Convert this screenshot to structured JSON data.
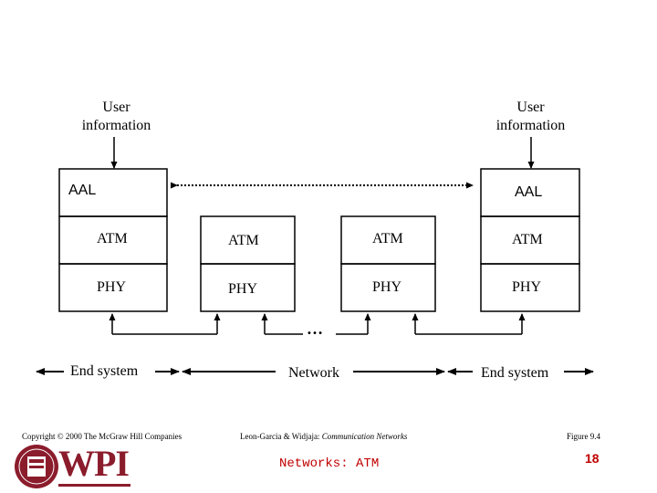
{
  "top_labels": {
    "left": [
      "User",
      "information"
    ],
    "right": [
      "User",
      "information"
    ]
  },
  "stacks": {
    "left_end_system": {
      "aal": "AAL",
      "atm": "ATM",
      "phy": "PHY"
    },
    "switch_left": {
      "atm": "ATM",
      "phy": "PHY"
    },
    "switch_right": {
      "atm": "ATM",
      "phy": "PHY"
    },
    "right_end_system": {
      "aal": "AAL",
      "atm": "ATM",
      "phy": "PHY"
    }
  },
  "ellipsis": "…",
  "bottom_labels": {
    "left": "End system",
    "middle": "Network",
    "right": "End system"
  },
  "footer": {
    "copyright": "Copyright © 2000 The McGraw Hill Companies",
    "citation_prefix": "Leon-Garcia & Widjaja:",
    "citation_title": "Communication Networks",
    "figure": "Figure 9.4",
    "section_title": "Networks: ATM",
    "page_number": "18",
    "logo_text": "WPI"
  },
  "colors": {
    "section_title": "#c00000",
    "page_number": "#c00000",
    "logo_maroon": "#8b1c2c"
  }
}
